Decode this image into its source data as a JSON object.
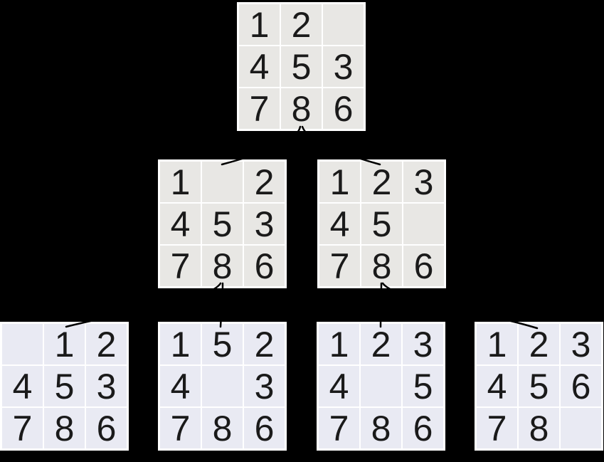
{
  "diagram": {
    "type": "eight-puzzle-search-tree",
    "background_color": "#000000",
    "grid_border_color": "#ffffff",
    "cell_color_upper_levels": "#e8e7e4",
    "cell_color_bottom_level": "#e9eaf3",
    "digit_color": "#1a1a1a",
    "edge_color": "#000000"
  },
  "puzzles": {
    "root": {
      "cells": [
        "1",
        "2",
        "",
        "4",
        "5",
        "3",
        "7",
        "8",
        "6"
      ]
    },
    "l2a": {
      "cells": [
        "1",
        "",
        "2",
        "4",
        "5",
        "3",
        "7",
        "8",
        "6"
      ]
    },
    "l2b": {
      "cells": [
        "1",
        "2",
        "3",
        "4",
        "5",
        "",
        "7",
        "8",
        "6"
      ]
    },
    "l3a": {
      "cells": [
        "",
        "1",
        "2",
        "4",
        "5",
        "3",
        "7",
        "8",
        "6"
      ]
    },
    "l3b": {
      "cells": [
        "1",
        "5",
        "2",
        "4",
        "",
        "3",
        "7",
        "8",
        "6"
      ]
    },
    "l3c": {
      "cells": [
        "1",
        "2",
        "3",
        "4",
        "",
        "5",
        "7",
        "8",
        "6"
      ]
    },
    "l3d": {
      "cells": [
        "1",
        "2",
        "3",
        "4",
        "5",
        "6",
        "7",
        "8",
        ""
      ]
    }
  },
  "edges": [
    {
      "from": "root",
      "to": "l2a"
    },
    {
      "from": "root",
      "to": "l2b"
    },
    {
      "from": "l2a",
      "to": "l3a"
    },
    {
      "from": "l2a",
      "to": "l3b"
    },
    {
      "from": "l2b",
      "to": "l3c"
    },
    {
      "from": "l2b",
      "to": "l3d"
    }
  ]
}
